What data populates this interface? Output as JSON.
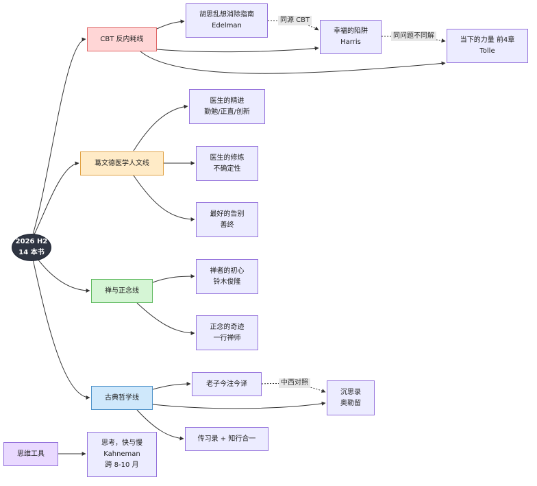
{
  "root": {
    "line1": "2026 H2",
    "line2": "14 本书"
  },
  "branches": {
    "cbt": "CBT 反内耗线",
    "gawande": "葛文德医学人文线",
    "zen": "禅与正念线",
    "philosophy": "古典哲学线",
    "tools": "思维工具"
  },
  "books": {
    "edelman": {
      "line1": "胡思乱想消除指南",
      "line2": "Edelman"
    },
    "harris": {
      "line1": "幸福的陷阱",
      "line2": "Harris"
    },
    "tolle": {
      "line1": "当下的力量 前4章",
      "line2": "Tolle"
    },
    "better": {
      "line1": "医生的精进",
      "line2": "勤勉/正直/创新"
    },
    "complications": {
      "line1": "医生的修炼",
      "line2": "不确定性"
    },
    "mortal": {
      "line1": "最好的告别",
      "line2": "善终"
    },
    "suzuki": {
      "line1": "禅者的初心",
      "line2": "铃木俊隆"
    },
    "hanh": {
      "line1": "正念的奇迹",
      "line2": "一行禅师"
    },
    "laozi": {
      "line1": "老子今注今译"
    },
    "aurelius": {
      "line1": "沉思录",
      "line2": "奥勒留"
    },
    "wang": {
      "line1": "传习录 + 知行合一"
    },
    "kahneman": {
      "line1": "思考，快与慢",
      "line2": "Kahneman",
      "line3": "跨 8-10 月"
    }
  },
  "edge_labels": {
    "same_source": "同源 CBT",
    "same_problem": "同问题不同解",
    "east_west": "中西对照"
  }
}
